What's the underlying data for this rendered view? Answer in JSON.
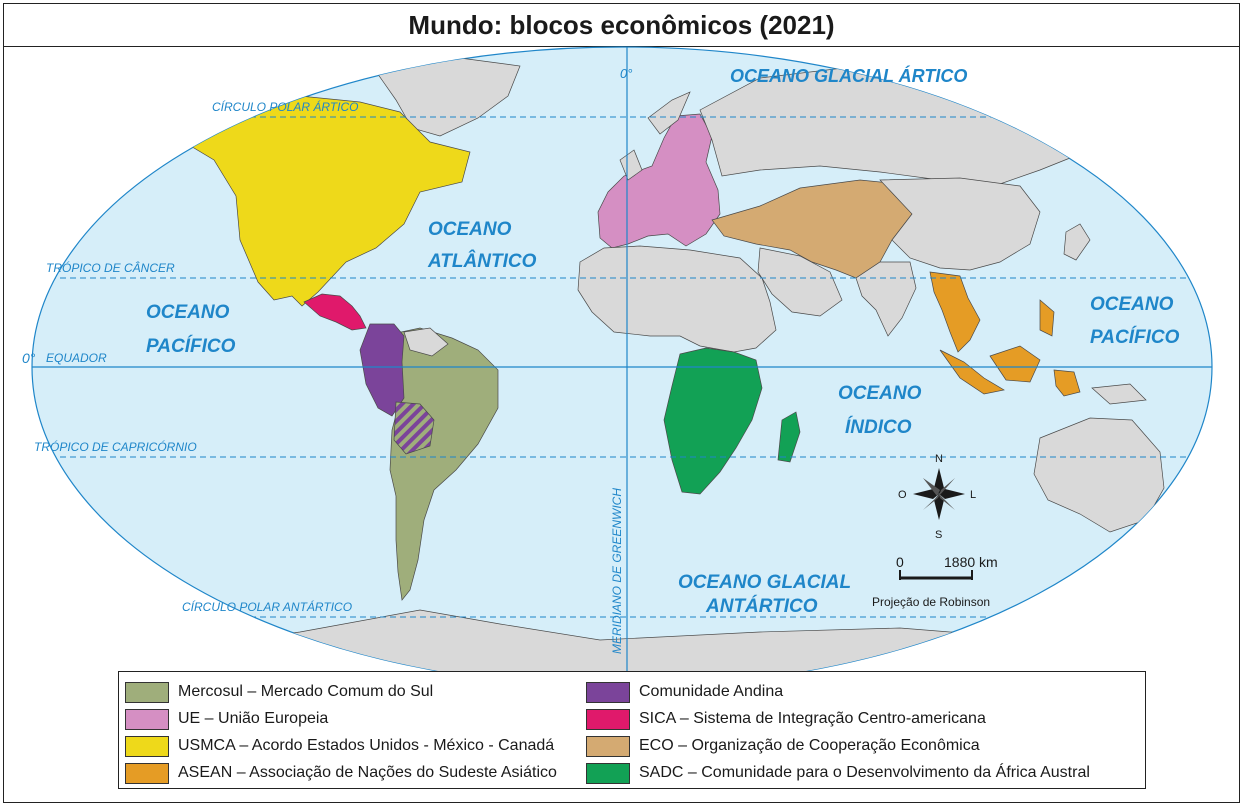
{
  "title": "Mundo: blocos econômicos (2021)",
  "colors": {
    "ocean": "#d6eef9",
    "land": "#d9d9d9",
    "lines": "#1f86c9",
    "mercosul": "#9fae7b",
    "ue": "#d58fc3",
    "usmca": "#eed91a",
    "asean": "#e59c25",
    "andina": "#7b449a",
    "sica": "#e0196b",
    "eco": "#d4aa72",
    "sadc": "#12a155"
  },
  "oceans": {
    "glacial_artico": "OCEANO GLACIAL ÁRTICO",
    "atlantico_1": "OCEANO",
    "atlantico_2": "ATLÂNTICO",
    "pacifico_w_1": "OCEANO",
    "pacifico_w_2": "PACÍFICO",
    "pacifico_e_1": "OCEANO",
    "pacifico_e_2": "PACÍFICO",
    "indico_1": "OCEANO",
    "indico_2": "ÍNDICO",
    "glacial_antartico_1": "OCEANO GLACIAL",
    "glacial_antartico_2": "ANTÁRTICO"
  },
  "lines": {
    "circulo_polar_artico": "CÍRCULO POLAR ÁRTICO",
    "tropico_cancer": "TRÓPICO DE CÂNCER",
    "equador_deg": "0°",
    "equador": "EQUADOR",
    "tropico_capricornio": "TRÓPICO DE CAPRICÓRNIO",
    "circulo_polar_antartico": "CÍRCULO POLAR ANTÁRTICO",
    "meridiano_deg": "0°",
    "meridiano": "MERIDIANO DE GREENWICH"
  },
  "compass": {
    "n": "N",
    "s": "S",
    "l": "L",
    "o": "O"
  },
  "scale": {
    "zero": "0",
    "distance": "1880 km"
  },
  "projection": "Projeção de Robinson",
  "legend": [
    {
      "key": "mercosul",
      "label": "Mercosul – Mercado Comum do Sul",
      "color": "#9fae7b"
    },
    {
      "key": "andina",
      "label": "Comunidade Andina",
      "color": "#7b449a"
    },
    {
      "key": "ue",
      "label": "UE – União Europeia",
      "color": "#d58fc3"
    },
    {
      "key": "sica",
      "label": "SICA – Sistema de Integração Centro-americana",
      "color": "#e0196b"
    },
    {
      "key": "usmca",
      "label": "USMCA – Acordo Estados Unidos - México - Canadá",
      "color": "#eed91a"
    },
    {
      "key": "eco",
      "label": "ECO – Organização de Cooperação Econômica",
      "color": "#d4aa72"
    },
    {
      "key": "asean",
      "label": "ASEAN – Associação de Nações do Sudeste Asiático",
      "color": "#e59c25"
    },
    {
      "key": "sadc",
      "label": "SADC – Comunidade para o Desenvolvimento da África Austral",
      "color": "#12a155"
    }
  ]
}
